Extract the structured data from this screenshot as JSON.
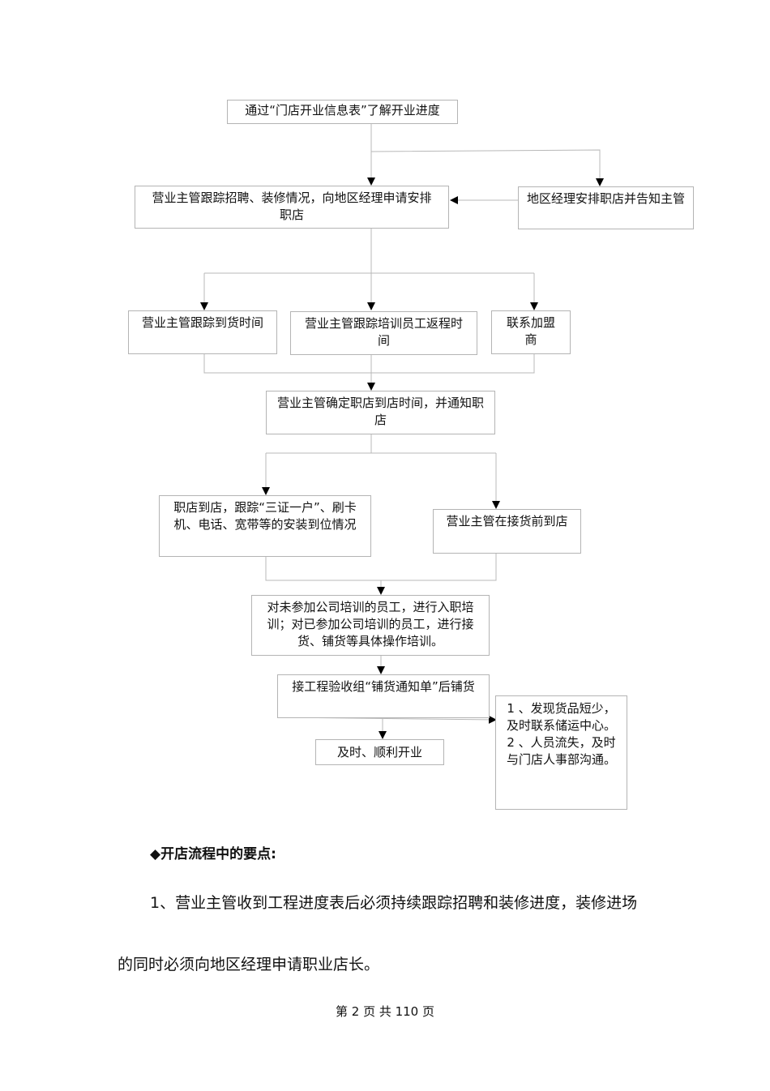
{
  "flowchart": {
    "nodes": [
      "通过“门店开业信息表”了解开业进度",
      "营业主管跟踪招聘、装修情况，向地区经理申请安排职店",
      "地区经理安排职店并告知主管",
      "营业主管跟踪到货时间",
      "营业主管跟踪培训员工返程时间",
      "联系加盟商",
      "营业主管确定职店到店时间，并通知职店",
      "职店到店，跟踪“三证一户”、刷卡机、电话、宽带等的安装到位情况",
      "营业主管在接货前到店",
      "对未参加公司培训的员工，进行入职培训；对已参加公司培训的员工，进行接货、铺货等具体操作培训。",
      "接工程验收组“铺货通知单”后铺货",
      "及时、顺利开业",
      "1 、发现货品短少，及时联系储运中心。2 、人员流失，及时与门店人事部沟通。"
    ]
  },
  "section_heading": "◆开店流程中的要点:",
  "paragraph": {
    "line1": "1、营业主管收到工程进度表后必须持续跟踪招聘和装修进度，装修进场",
    "line2": "的同时必须向地区经理申请职业店长。"
  },
  "footer": "第 2 页 共 110 页"
}
